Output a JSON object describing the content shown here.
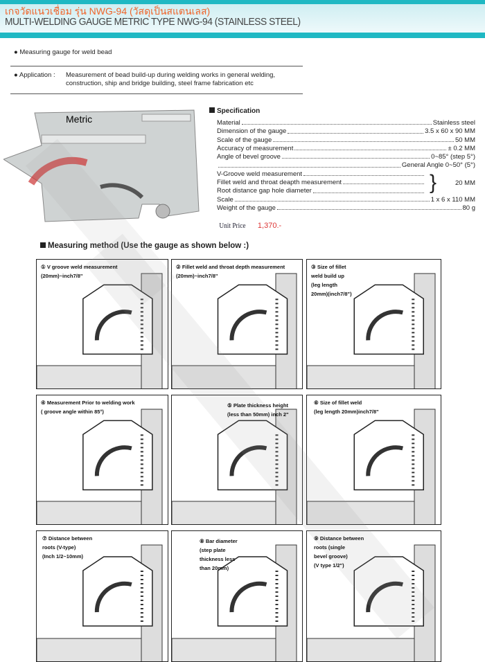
{
  "header": {
    "title_th": "เกจวัดแนวเชื่อม รุ่น NWG-94 (วัสดุเป็นสแตนเลส)",
    "title_en": "MULTI-WELDING GAUGE METRIC TYPE NWG-94 (STAINLESS STEEL)"
  },
  "intro": {
    "bullet1": "● Measuring gauge for weld bead",
    "bullet2_label": "● Application :",
    "bullet2_line1": "Measurement of bead build-up during welding works in general welding,",
    "bullet2_line2": "construction, ship and bridge building, steel frame fabrication etc"
  },
  "gauge_image": {
    "label": "Metric"
  },
  "specification": {
    "title": "Specification",
    "rows": [
      {
        "label": "Material",
        "value": "Stainless steel"
      },
      {
        "label": "Dimension of the gauge",
        "value": "3.5 x 60 x 90 MM"
      },
      {
        "label": "Scale of the gauge",
        "value": "50 MM"
      },
      {
        "label": "Accuracy of measurement",
        "value": "± 0.2 MM"
      },
      {
        "label": "Angle of bevel groove",
        "value": "0~85° (step 5°)"
      },
      {
        "label": "",
        "value": "General Angle 0~50° (5°)"
      }
    ],
    "group": {
      "items": [
        "V-Groove weld measurement",
        "Fillet weld and throat deapth measurement",
        "Root distance gap hole diameter"
      ],
      "value": "20 MM"
    },
    "rows2": [
      {
        "label": "Scale",
        "value": "1 x 6 x 110 MM"
      },
      {
        "label": "Weight of the gauge",
        "value": "80 g"
      }
    ]
  },
  "price": {
    "label": "Unit Price",
    "value": "1,370.-"
  },
  "method": {
    "title": "Measuring method (Use the gauge as shown below :)"
  },
  "panels": [
    {
      "num": "①",
      "lines": [
        "V groove weld measurement",
        "(20mm)~inch7/8\""
      ]
    },
    {
      "num": "②",
      "lines": [
        "Fillet weld and throat depth measurement",
        "(20mm)~inch7/8\""
      ]
    },
    {
      "num": "③",
      "lines": [
        "Size of fillet",
        "weld build up",
        "(leg length",
        "20mm)(inch7/8\")"
      ]
    },
    {
      "num": "④",
      "lines": [
        "Measurement  Prior to welding work",
        "( groove angle within 85°)"
      ]
    },
    {
      "num": "⑤",
      "lines": [
        "Plate thickness height",
        "(less than 50mm) inch 2\""
      ]
    },
    {
      "num": "⑥",
      "lines": [
        "Size of fillet weld",
        "(leg length 20mm)inch7/8\""
      ]
    },
    {
      "num": "⑦",
      "lines": [
        "Distance between",
        "roots (V-type)",
        "(Inch 1/2~10mm)"
      ]
    },
    {
      "num": "⑧",
      "lines": [
        "Bar diameter",
        "(step plate",
        "thickness less",
        "than 20mm)"
      ]
    },
    {
      "num": "⑨",
      "lines": [
        "Distance between",
        "roots (single",
        "bevel groove)",
        "(V type 1/2\")"
      ]
    }
  ]
}
